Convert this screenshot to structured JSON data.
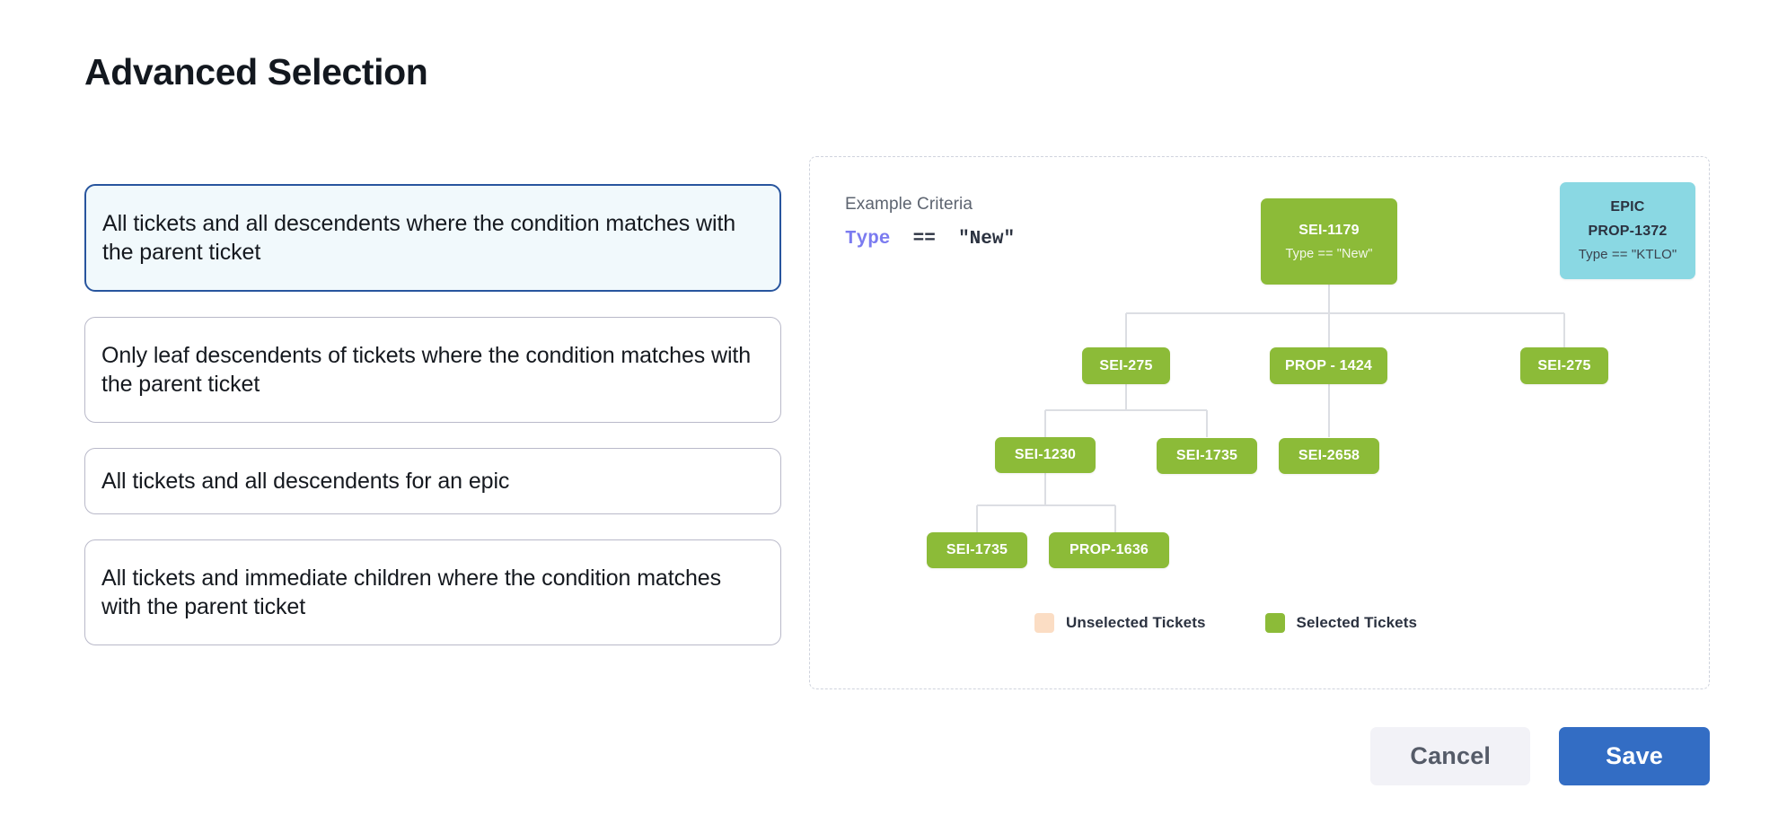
{
  "header": {
    "title": "Advanced Selection"
  },
  "options": [
    {
      "label": "All tickets and all descendents where the condition matches with the parent ticket",
      "selected": true,
      "lines": 2
    },
    {
      "label": "Only leaf descendents of tickets where the condition matches with the parent ticket",
      "selected": false,
      "lines": 2
    },
    {
      "label": "All tickets and all descendents for an epic",
      "selected": false,
      "lines": 1
    },
    {
      "label": "All tickets and immediate children where the condition matches with the parent ticket",
      "selected": false,
      "lines": 2
    }
  ],
  "diagram": {
    "criteria_title": "Example Criteria",
    "criteria_field": "Type",
    "criteria_operator": "==",
    "criteria_value": "\"New\"",
    "nodes": [
      {
        "id": "root",
        "label": "SEI-1179",
        "sub": "Type == \"New\"",
        "kind": "selected"
      },
      {
        "id": "epic",
        "label": "EPIC",
        "mid": "PROP-1372",
        "sub": "Type == \"KTLO\"",
        "kind": "epic"
      },
      {
        "id": "r2a",
        "label": "SEI-275",
        "kind": "selected"
      },
      {
        "id": "r2b",
        "label": "PROP - 1424",
        "kind": "selected"
      },
      {
        "id": "r2c",
        "label": "SEI-275",
        "kind": "selected"
      },
      {
        "id": "r3a",
        "label": "SEI-1230",
        "kind": "selected"
      },
      {
        "id": "r3b",
        "label": "SEI-1735",
        "kind": "selected"
      },
      {
        "id": "r3c",
        "label": "SEI-2658",
        "kind": "selected"
      },
      {
        "id": "r4a",
        "label": "SEI-1735",
        "kind": "selected"
      },
      {
        "id": "r4b",
        "label": "PROP-1636",
        "kind": "selected"
      }
    ],
    "legend": [
      {
        "label": "Unselected Tickets",
        "color": "#fbddc4"
      },
      {
        "label": "Selected Tickets",
        "color": "#8cbb38"
      }
    ]
  },
  "footer": {
    "cancel_label": "Cancel",
    "save_label": "Save"
  },
  "colors": {
    "selected_node": "#8cbb38",
    "epic_node": "#8ad8e3",
    "unselected_swatch": "#fbddc4",
    "accent_primary": "#336dc4",
    "selected_card_border": "#28559e",
    "selected_card_bg": "#f1f9fc",
    "criteria_field": "#7b7bf0"
  }
}
